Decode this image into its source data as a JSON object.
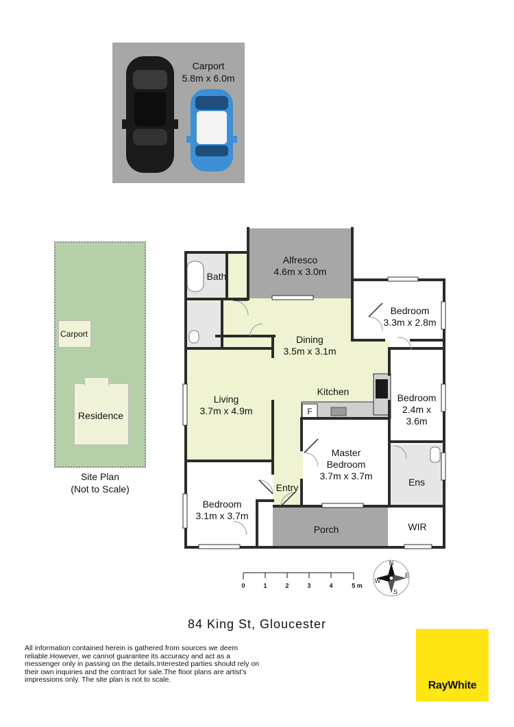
{
  "carport": {
    "name": "Carport",
    "size": "5.8m x 6.0m"
  },
  "site_plan": {
    "carport_label": "Carport",
    "residence_label": "Residence",
    "title_line1": "Site Plan",
    "title_line2": "(Not to Scale)"
  },
  "rooms": {
    "alfresco": {
      "name": "Alfresco",
      "size": "4.6m x 3.0m"
    },
    "bath": {
      "name": "Bath"
    },
    "bedroom_ne": {
      "name": "Bedroom",
      "size": "3.3m x 2.8m"
    },
    "dining": {
      "name": "Dining",
      "size": "3.5m x 3.1m"
    },
    "kitchen": {
      "name": "Kitchen"
    },
    "bedroom_e": {
      "name": "Bedroom",
      "size_line1": "2.4m x",
      "size_line2": "3.6m"
    },
    "fridge": {
      "name": "F"
    },
    "living": {
      "name": "Living",
      "size": "3.7m x 4.9m"
    },
    "master": {
      "name_line1": "Master",
      "name_line2": "Bedroom",
      "size": "3.7m x 3.7m"
    },
    "ensuite": {
      "name": "Ens"
    },
    "entry": {
      "name": "Entry"
    },
    "bedroom_sw": {
      "name": "Bedroom",
      "size": "3.1m x 3.7m"
    },
    "porch": {
      "name": "Porch"
    },
    "wir": {
      "name": "WIR"
    }
  },
  "scale_bar": {
    "ticks": [
      "0",
      "1",
      "2",
      "3",
      "4",
      "5 m"
    ]
  },
  "compass": {
    "letters": [
      "N",
      "E",
      "S",
      "W"
    ]
  },
  "address": "84 King St, Gloucester",
  "disclaimer": "All information contained herein is gathered from sources we deem reliable.However, we cannot guarantee its accuracy and act as a messenger only in passing on the details.Interested parties should rely on their own inquiries and the contract for sale.The floor plans are artist's impressions only. The site plan is not to scale.",
  "brand": {
    "name": "RayWhite",
    "color": "#ffe512"
  },
  "colors": {
    "wall": "#2b2b2b",
    "floor": "#f0f3d2",
    "outdoor": "#a7a7a7",
    "site_green": "#b5d0a8"
  }
}
